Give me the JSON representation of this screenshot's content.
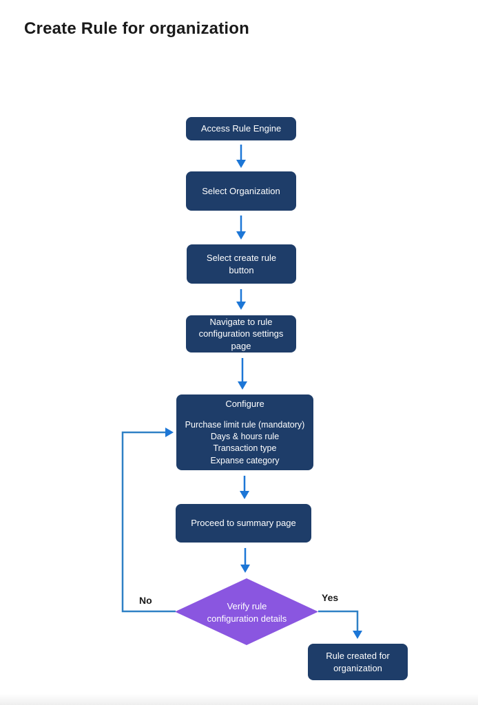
{
  "page": {
    "title": "Create Rule for organization"
  },
  "flow": {
    "nodes": [
      {
        "id": "access-rule-engine",
        "shape": "rect",
        "label": "Access Rule Engine"
      },
      {
        "id": "select-organization",
        "shape": "rect",
        "label": "Select Organization"
      },
      {
        "id": "select-create-rule-button",
        "shape": "rect",
        "label": "Select create rule button"
      },
      {
        "id": "navigate-rule-configuration",
        "shape": "rect",
        "label": "Navigate to rule configuration settings page"
      },
      {
        "id": "configure",
        "shape": "rect",
        "title": "Configure",
        "details": [
          "Purchase limit rule (mandatory)",
          "Days & hours rule",
          "Transaction type",
          "Expanse category"
        ]
      },
      {
        "id": "proceed-to-summary",
        "shape": "rect",
        "label": "Proceed to summary page"
      },
      {
        "id": "verify-rule-configuration",
        "shape": "diamond",
        "label": "Verify rule configuration details"
      },
      {
        "id": "rule-created",
        "shape": "rect",
        "label": "Rule created for organization"
      }
    ],
    "edge_labels": {
      "no": "No",
      "yes": "Yes"
    }
  },
  "colors": {
    "node_fill": "#1e3d69",
    "diamond_fill": "#8a56e0",
    "arrow": "#1c76d6",
    "connector": "#2e80c5",
    "title_text": "#1a1a1a",
    "node_text": "#ffffff"
  }
}
